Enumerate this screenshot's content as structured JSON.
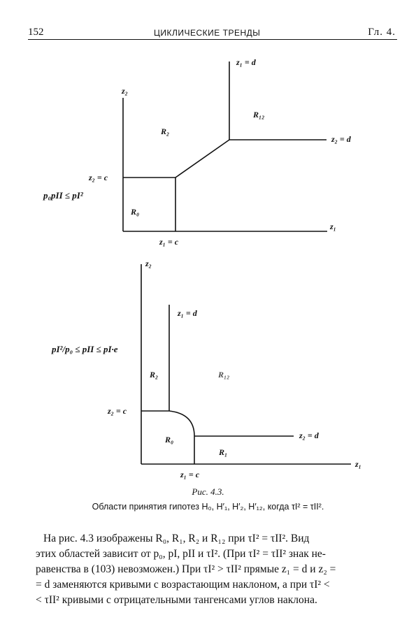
{
  "header": {
    "page_number": "152",
    "running_title": "ЦИКЛИЧЕСКИЕ ТРЕНДЫ",
    "chapter": "Гл. 4."
  },
  "figure_top": {
    "condition": "p₀pII ≤ pI²",
    "axis_x": "z₁",
    "axis_y": "z₂",
    "line_z1d": "z₁ = d",
    "line_z2d": "z₂ = d",
    "line_z2c": "z₂ = c",
    "line_z1c": "z₁ = c",
    "region_R12": "R₁₂",
    "region_R2": "R₂",
    "region_R0": "R₀"
  },
  "figure_bottom": {
    "condition": "pI²/p₀ ≤ pII ≤ pI·e",
    "axis_x": "z₁",
    "axis_y": "z₂",
    "line_z1d": "z₁ = d",
    "line_z2d": "z₂ = d",
    "line_z2c": "z₂ = c",
    "line_z1c": "z₁ = c",
    "region_R2": "R₂",
    "region_R12": "R₁₂",
    "region_R0": "R₀",
    "region_R1": "R₁"
  },
  "caption": {
    "label": "Рис. 4.3.",
    "text": "Области принятия гипотез H₀, H′₁, H′₂, H′₁₂, когда τI² = τII²."
  },
  "body": {
    "lines": [
      "На рис. 4.3 изображены R₀, R₁, R₂ и R₁₂ при τI² = τII². Вид",
      "этих областей зависит от p₀, pI, pII и τI². (При τI² = τII² знак не-",
      "равенства в (103) невозможен.) При τI² > τII² прямые z₁ = d и z₂ =",
      "= d заменяются кривыми с возрастающим наклоном, а при τI² <",
      "< τII² кривыми с отрицательными тангенсами углов наклона."
    ]
  }
}
